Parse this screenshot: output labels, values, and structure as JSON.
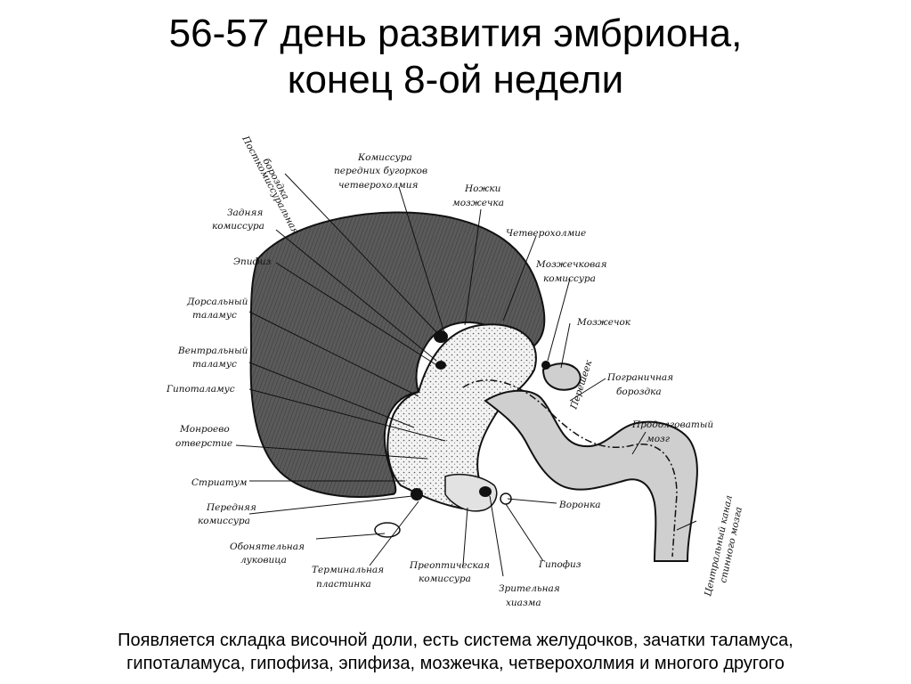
{
  "title": {
    "line1": "56-57 день развития эмбриона,",
    "line2": "конец 8-ой недели"
  },
  "caption": {
    "line1": "Появляется складка височной доли, есть система желудочков, зачатки таламуса,",
    "line2": "гипоталамуса, гипофиза, эпифиза, мозжечка, четверохолмия и многого другого"
  },
  "labels": {
    "postcommissural": "Посткомиссуральная",
    "postcommissural2": "бороздка",
    "commissure_l1": "Комиссура",
    "commissure_l2": "передних бугорков",
    "commissure_l3": "четверохолмия",
    "cereb_ped_l1": "Ножки",
    "cereb_ped_l2": "мозжечка",
    "post_comm_l1": "Задняя",
    "post_comm_l2": "комиссура",
    "quadrigemina": "Четверохолмие",
    "epiphysis": "Эпифиз",
    "cereb_comm_l1": "Мозжечковая",
    "cereb_comm_l2": "комиссура",
    "dorsal_thal_l1": "Дорсальный",
    "dorsal_thal_l2": "таламус",
    "cerebellum": "Мозжечок",
    "ventral_thal_l1": "Вентральный",
    "ventral_thal_l2": "таламус",
    "isthmus": "Перешеек",
    "border_sulcus_l1": "Пограничная",
    "border_sulcus_l2": "бороздка",
    "hypothalamus": "Гипоталамус",
    "medulla_l1": "Продолговатый",
    "medulla_l2": "мозг",
    "monro_l1": "Монроево",
    "monro_l2": "отверстие",
    "striatum": "Стриатум",
    "ant_comm_l1": "Передняя",
    "ant_comm_l2": "комиссура",
    "infundibulum": "Воронка",
    "olfactory_l1": "Обонятельная",
    "olfactory_l2": "луковица",
    "central_canal_l1": "Центральный канал",
    "central_canal_l2": "спинного мозга",
    "terminal_l1": "Терминальная",
    "terminal_l2": "пластинка",
    "preoptic_l1": "Преоптическая",
    "preoptic_l2": "комиссура",
    "hypophysis": "Гипофиз",
    "chiasm_l1": "Зрительная",
    "chiasm_l2": "хиазма"
  }
}
